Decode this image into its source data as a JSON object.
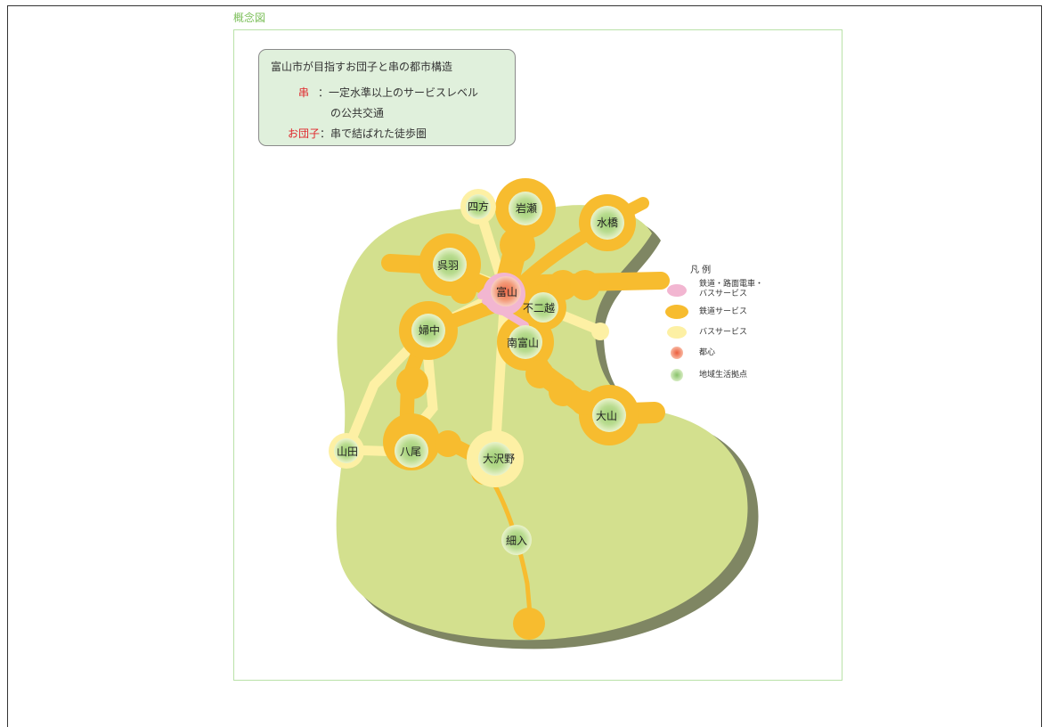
{
  "figure": {
    "label": "概念図"
  },
  "note": {
    "title": "富山市が目指すお団子と串の都市構造",
    "kushi_key": "串",
    "kushi_text": "：一定水準以上のサービスレベル",
    "kushi_text2": "の公共交通",
    "dango_key": "お団子",
    "dango_text": "：串で結ばれた徒歩圏"
  },
  "places": {
    "shikata": "四方",
    "iwase": "岩瀬",
    "mizuhashi": "水橋",
    "kureha": "呉羽",
    "toyama": "富山",
    "funikoshi": "不二越",
    "minamitoyama": "南富山",
    "hanchu": "婦中",
    "ohyama": "大山",
    "yamada": "山田",
    "yatsuo": "八尾",
    "osawano": "大沢野",
    "hosoiri": "細入"
  },
  "legend": {
    "title": "凡 例",
    "rail_bus_a": "鉄道・路面電車・",
    "rail_bus_b": "バスサービス",
    "rail": "鉄道サービス",
    "bus": "バスサービス",
    "center": "都心",
    "local": "地域生活拠点"
  },
  "colors": {
    "land": "#d3e08e",
    "land_shadow": "#7f8663",
    "rail": "#f7bc2f",
    "rail_ring": "#fcce4a",
    "bus": "#fdf0a4",
    "pink": "#f2b6d1",
    "center": "#f27d55",
    "local": "#b3d988",
    "red": "#e0262b"
  }
}
